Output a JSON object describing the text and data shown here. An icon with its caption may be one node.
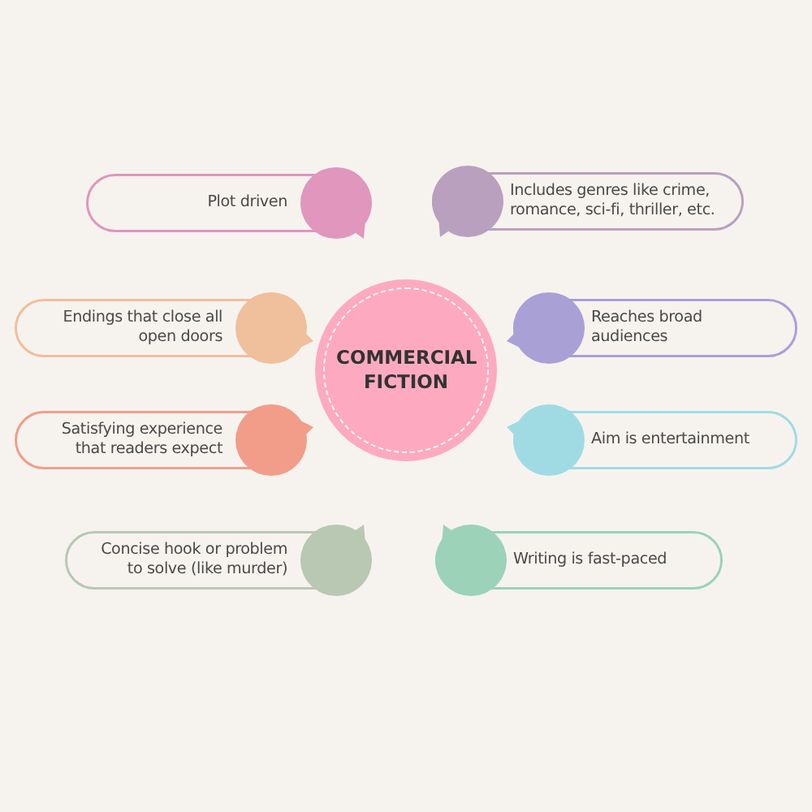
{
  "diagram": {
    "nodes": [
      {
        "text": [
          "COMMERCIAL FICTION"
        ]
      },
      {
        "text": [
          "Plot driven"
        ]
      },
      {
        "text": [
          "Includes genres like crime, romance, sci-fi, thriller, etc."
        ]
      },
      {
        "text": [
          "Endings that close all open doors"
        ]
      },
      {
        "text": [
          "Reaches broad audiences"
        ]
      },
      {
        "text": [
          "Satisfying experience that readers expect"
        ]
      },
      {
        "text": [
          "Aim is entertainment"
        ]
      },
      {
        "text": [
          "Concise hook or problem to solve (like murder)"
        ]
      },
      {
        "text": [
          "Writing is fast-paced"
        ]
      }
    ]
  }
}
